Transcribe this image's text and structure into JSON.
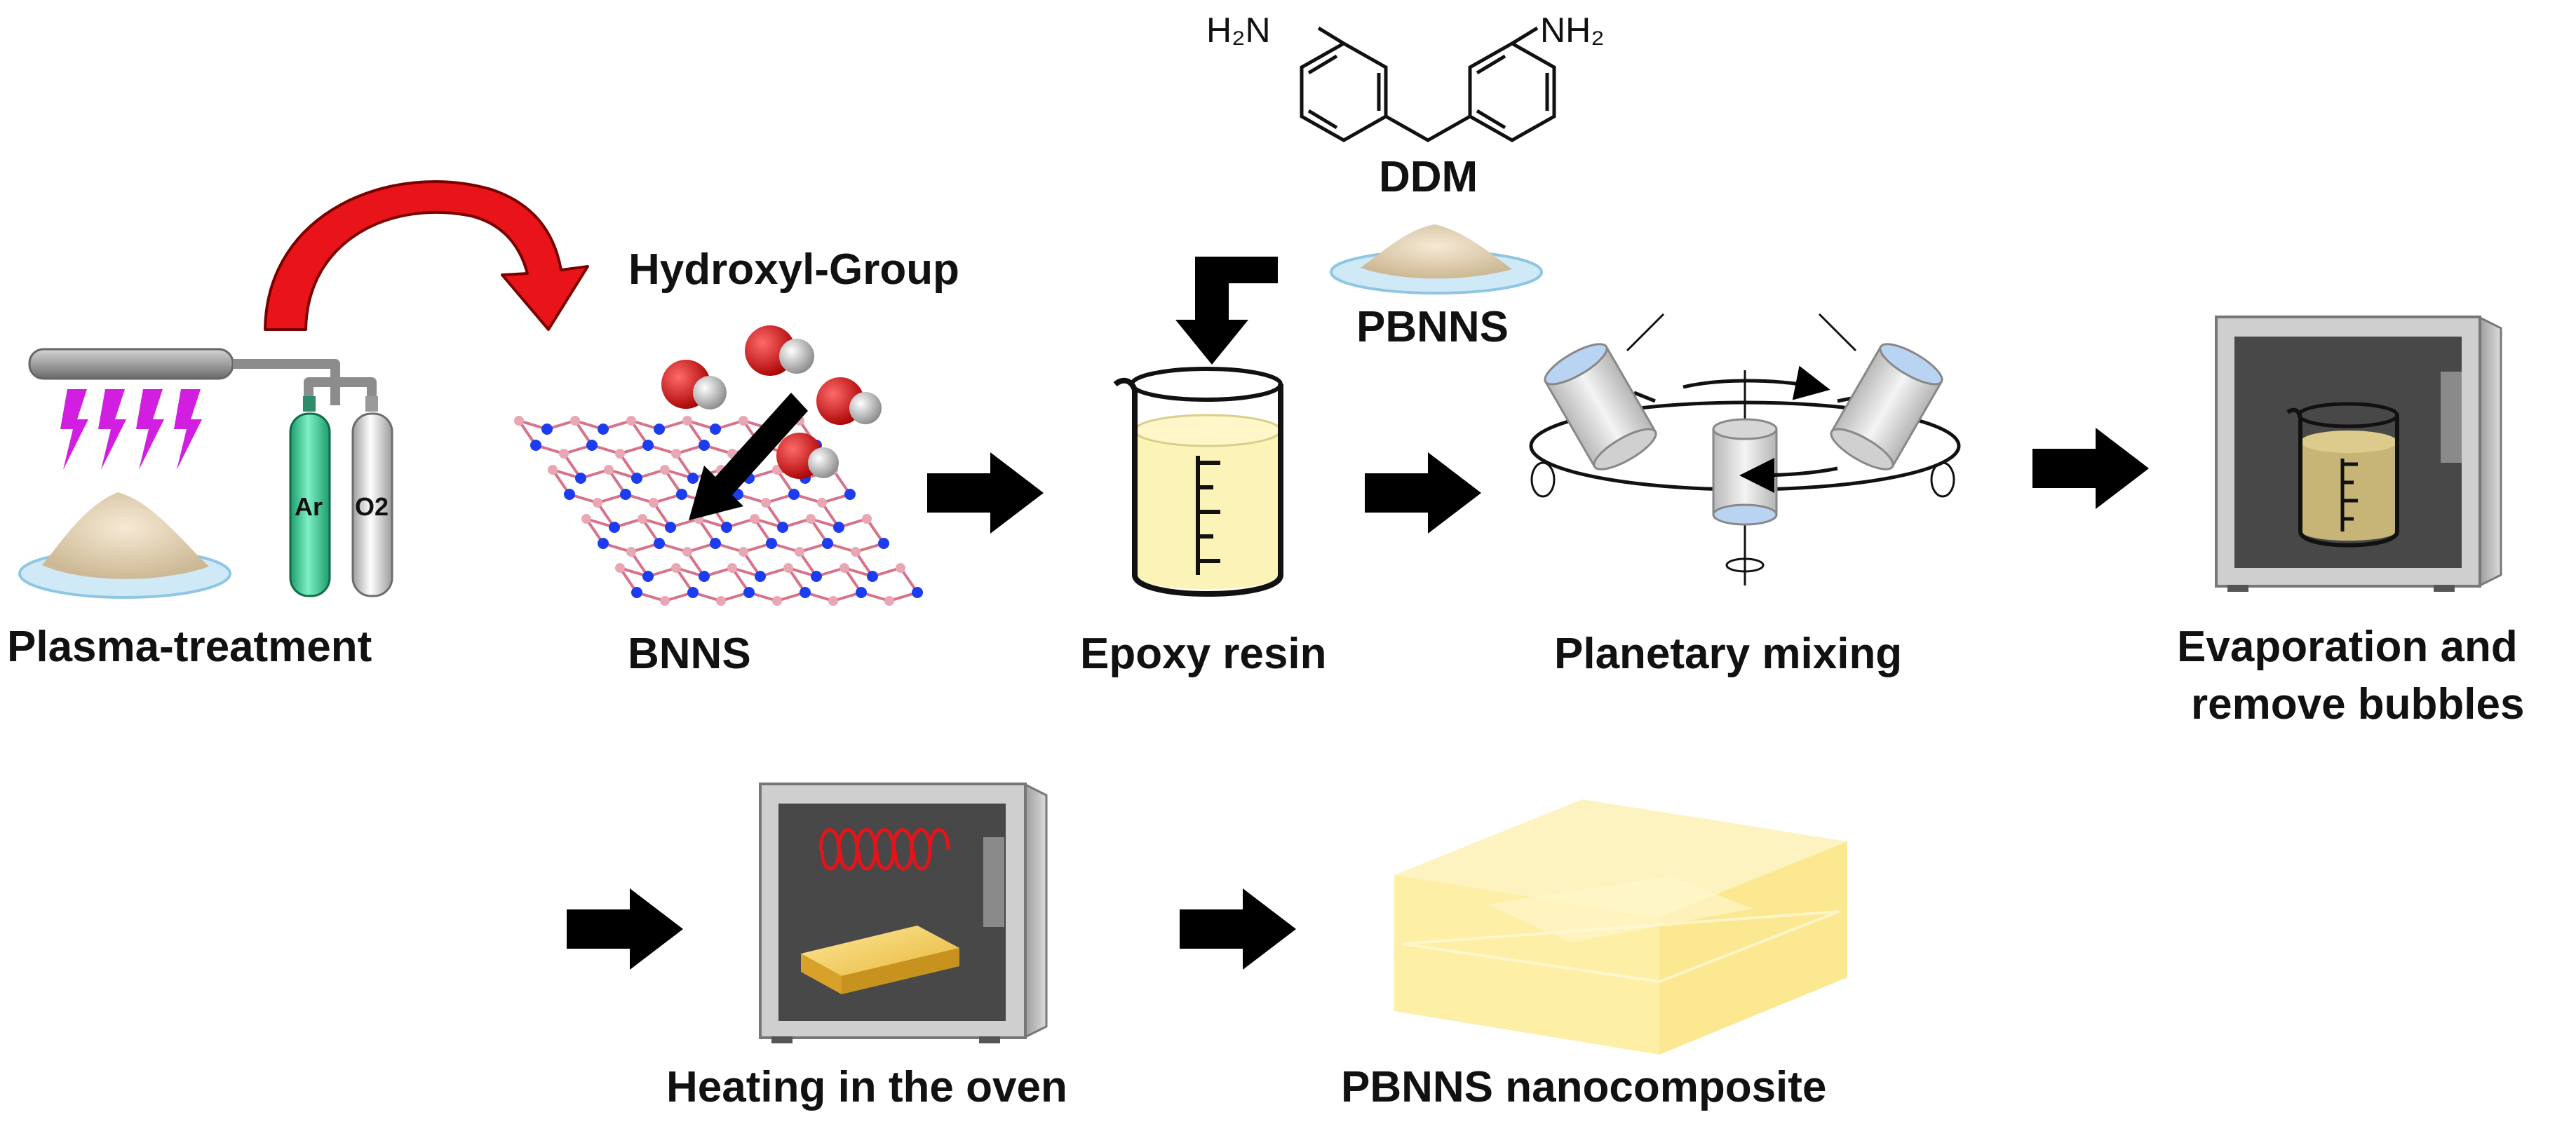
{
  "labels": {
    "plasma": "Plasma-treatment",
    "bnns": "BNNS",
    "hydroxyl": "Hydroxyl-Group",
    "epoxy": "Epoxy resin",
    "planetary": "Planetary mixing",
    "evap_line1": "Evaporation and",
    "evap_line2": "remove bubbles",
    "heating": "Heating in the oven",
    "composite": "PBNNS nanocomposite",
    "ddm": "DDM",
    "pbnns": "PBNNS"
  },
  "chem": {
    "amine_left": "H₂N",
    "amine_right": "NH₂"
  },
  "gas": {
    "argon": "Ar",
    "oxygen": "O2"
  },
  "colors": {
    "curved_arrow": "#e8141a",
    "argon_cylinder": "#3fcf9a",
    "oxygen_cylinder": "#cfcfcf",
    "lightning": "#d21ee0",
    "resin": "#fbf3b8",
    "composite": "#fdf0a8",
    "boron": "#e9a7b4",
    "nitrogen": "#1c3cf0",
    "oxygen_atom": "#d8141a",
    "hydrogen_atom": "#c9c9c9",
    "flow_arrow": "#000000"
  }
}
